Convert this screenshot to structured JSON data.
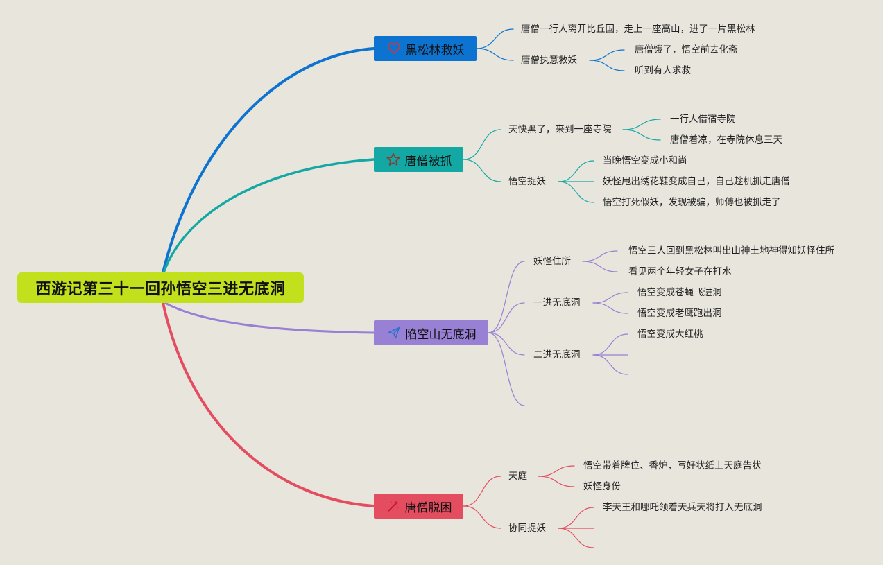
{
  "root": {
    "label": "西游记第三十一回孙悟空三进无底洞"
  },
  "branches": [
    {
      "label": "黑松林救妖",
      "icon": "heart-icon",
      "color": "#0c74d0",
      "children": [
        {
          "label": "唐僧一行人离开比丘国，走上一座高山，进了一片黑松林"
        },
        {
          "label": "唐僧执意救妖",
          "children": [
            {
              "label": "唐僧饿了，悟空前去化斋"
            },
            {
              "label": "听到有人求救"
            }
          ]
        }
      ]
    },
    {
      "label": "唐僧被抓",
      "icon": "star-icon",
      "color": "#13a8a3",
      "children": [
        {
          "label": "天快黑了，来到一座寺院",
          "children": [
            {
              "label": "一行人借宿寺院"
            },
            {
              "label": "唐僧着凉，在寺院休息三天"
            }
          ]
        },
        {
          "label": "悟空捉妖",
          "children": [
            {
              "label": "当晚悟空变成小和尚"
            },
            {
              "label": "妖怪甩出绣花鞋变成自己，自己趁机抓走唐僧"
            },
            {
              "label": "悟空打死假妖，发现被骗，师傅也被抓走了"
            }
          ]
        }
      ]
    },
    {
      "label": "陷空山无底洞",
      "icon": "paper-plane-icon",
      "color": "#9880d4",
      "children": [
        {
          "label": "妖怪住所",
          "children": [
            {
              "label": "悟空三人回到黑松林叫出山神土地神得知妖怪住所"
            },
            {
              "label": "看见两个年轻女子在打水"
            }
          ]
        },
        {
          "label": "一进无底洞",
          "children": [
            {
              "label": "悟空变成苍蝇飞进洞"
            },
            {
              "label": "悟空变成老鹰跑出洞"
            }
          ]
        },
        {
          "label": "二进无底洞",
          "children": [
            {
              "label": "悟空变成大红桃"
            },
            {
              "label": ""
            },
            {
              "label": ""
            }
          ]
        },
        {
          "label": ""
        }
      ]
    },
    {
      "label": "唐僧脱困",
      "icon": "magic-wand-icon",
      "color": "#e34d5f",
      "children": [
        {
          "label": "天庭",
          "children": [
            {
              "label": "悟空带着牌位、香炉，写好状纸上天庭告状"
            },
            {
              "label": "妖怪身份"
            }
          ]
        },
        {
          "label": "协同捉妖",
          "children": [
            {
              "label": "李天王和哪吒领着天兵天将打入无底洞"
            },
            {
              "label": ""
            },
            {
              "label": ""
            }
          ]
        }
      ]
    }
  ]
}
